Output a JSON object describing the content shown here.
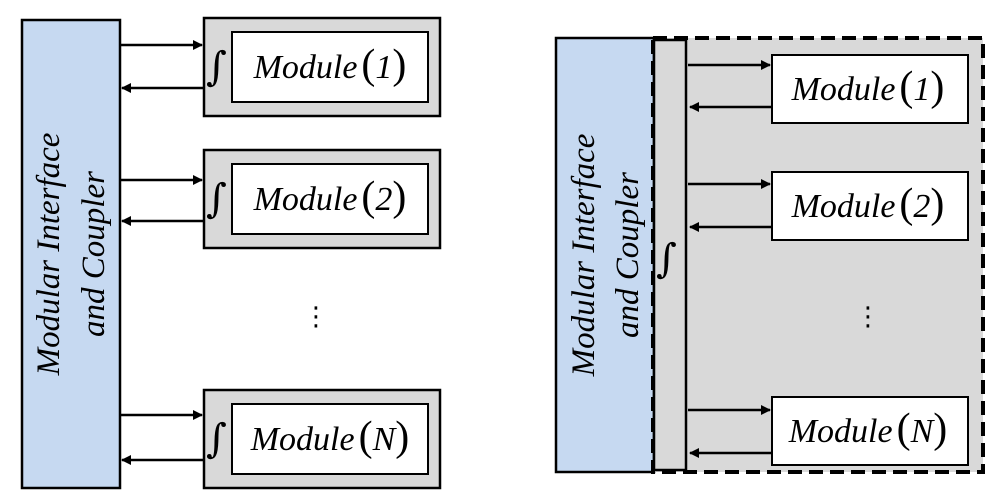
{
  "left": {
    "interface_label_line1": "Modular Interface",
    "interface_label_line2": "and Coupler",
    "modules": [
      {
        "word": "Module",
        "index": "1"
      },
      {
        "word": "Module",
        "index": "2"
      },
      {
        "word": "Module",
        "index": "N"
      }
    ],
    "integral_symbol": "∫",
    "ellipsis": "⋮"
  },
  "right": {
    "interface_label_line1": "Modular Interface",
    "interface_label_line2": "and Coupler",
    "modules": [
      {
        "word": "Module",
        "index": "1"
      },
      {
        "word": "Module",
        "index": "2"
      },
      {
        "word": "Module",
        "index": "N"
      }
    ],
    "integral_symbol": "∫",
    "ellipsis": "⋮"
  },
  "colors": {
    "interface_fill": "#c6d9f1",
    "wrapper_fill": "#d9d9d9",
    "stroke": "#000000",
    "module_fill": "#ffffff"
  },
  "paren_open": "(",
  "paren_close": ")"
}
